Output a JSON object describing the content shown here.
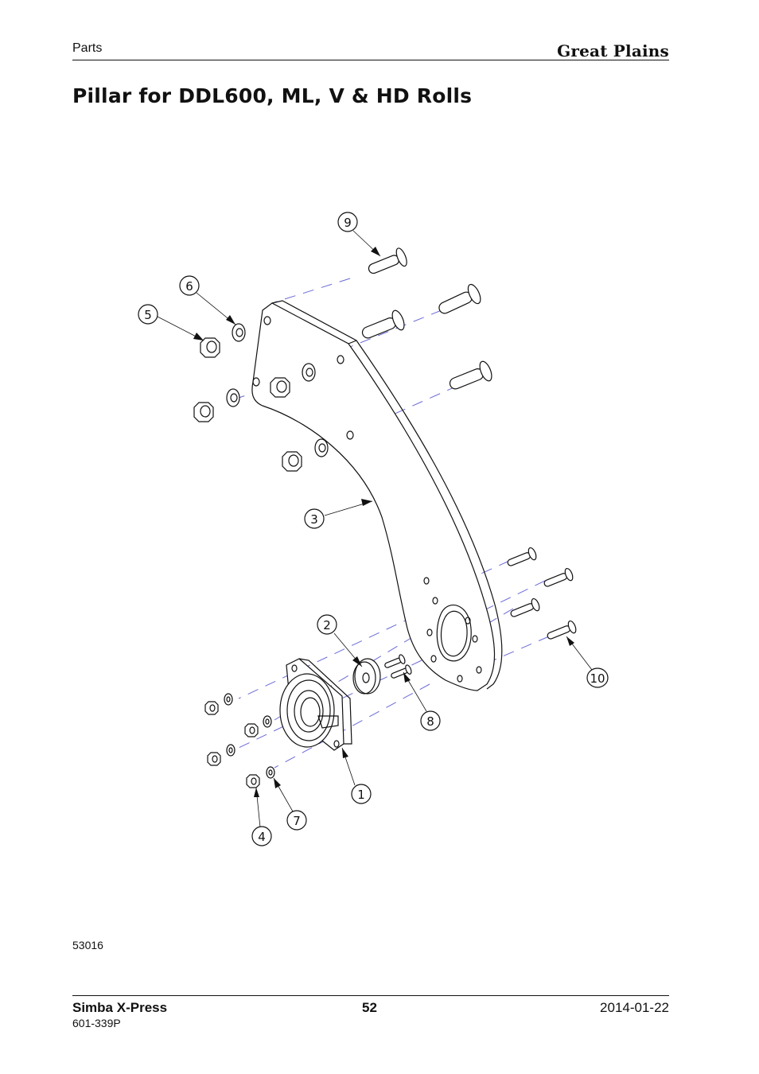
{
  "header": {
    "section": "Parts",
    "brand": "Great Plains"
  },
  "page_title": "Pillar for DDL600, ML, V & HD Rolls",
  "figure": {
    "callouts": {
      "c1": "1",
      "c2": "2",
      "c3": "3",
      "c4": "4",
      "c5": "5",
      "c6": "6",
      "c7": "7",
      "c8": "8",
      "c9": "9",
      "c10": "10"
    },
    "drawing_id": "53016"
  },
  "footer": {
    "product": "Simba X-Press",
    "part_number": "601-339P",
    "page_number": "52",
    "date": "2014-01-22"
  }
}
